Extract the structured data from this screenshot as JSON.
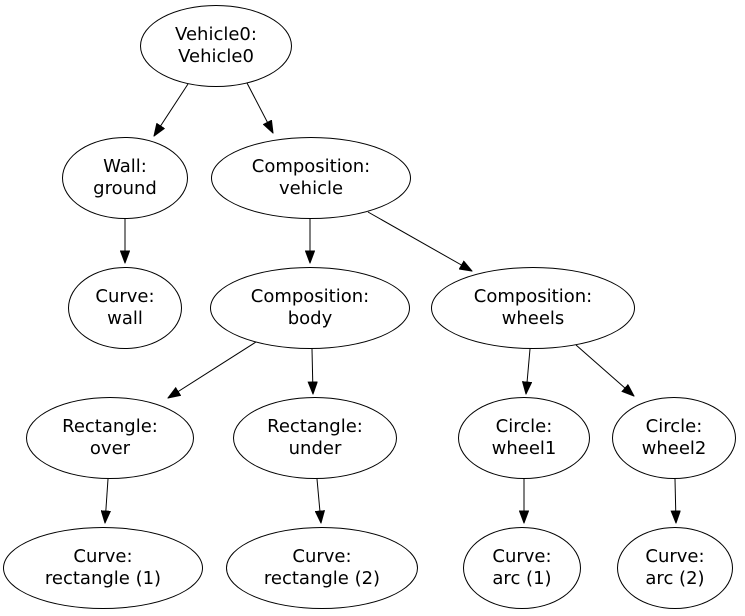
{
  "diagram": {
    "type": "tree",
    "background_color": "#ffffff",
    "node_fill_color": "#ffffff",
    "node_stroke_color": "#000000",
    "edge_color": "#000000",
    "text_color": "#000000",
    "nodes": [
      {
        "id": "vehicle0",
        "type": "Vehicle0",
        "name": "Vehicle0",
        "label": "Vehicle0:\nVehicle0"
      },
      {
        "id": "wall-ground",
        "type": "Wall",
        "name": "ground",
        "label": "Wall:\nground"
      },
      {
        "id": "composition-vehicle",
        "type": "Composition",
        "name": "vehicle",
        "label": "Composition:\nvehicle"
      },
      {
        "id": "curve-wall",
        "type": "Curve",
        "name": "wall",
        "label": "Curve:\nwall"
      },
      {
        "id": "composition-body",
        "type": "Composition",
        "name": "body",
        "label": "Composition:\nbody"
      },
      {
        "id": "composition-wheels",
        "type": "Composition",
        "name": "wheels",
        "label": "Composition:\nwheels"
      },
      {
        "id": "rectangle-over",
        "type": "Rectangle",
        "name": "over",
        "label": "Rectangle:\nover"
      },
      {
        "id": "rectangle-under",
        "type": "Rectangle",
        "name": "under",
        "label": "Rectangle:\nunder"
      },
      {
        "id": "circle-wheel1",
        "type": "Circle",
        "name": "wheel1",
        "label": "Circle:\nwheel1"
      },
      {
        "id": "circle-wheel2",
        "type": "Circle",
        "name": "wheel2",
        "label": "Circle:\nwheel2"
      },
      {
        "id": "curve-rectangle-1",
        "type": "Curve",
        "name": "rectangle (1)",
        "label": "Curve:\nrectangle (1)"
      },
      {
        "id": "curve-rectangle-2",
        "type": "Curve",
        "name": "rectangle (2)",
        "label": "Curve:\nrectangle (2)"
      },
      {
        "id": "curve-arc-1",
        "type": "Curve",
        "name": "arc (1)",
        "label": "Curve:\narc (1)"
      },
      {
        "id": "curve-arc-2",
        "type": "Curve",
        "name": "arc (2)",
        "label": "Curve:\narc (2)"
      }
    ],
    "edges": [
      {
        "from": "vehicle0",
        "to": "wall-ground"
      },
      {
        "from": "vehicle0",
        "to": "composition-vehicle"
      },
      {
        "from": "wall-ground",
        "to": "curve-wall"
      },
      {
        "from": "composition-vehicle",
        "to": "composition-body"
      },
      {
        "from": "composition-vehicle",
        "to": "composition-wheels"
      },
      {
        "from": "composition-body",
        "to": "rectangle-over"
      },
      {
        "from": "composition-body",
        "to": "rectangle-under"
      },
      {
        "from": "composition-wheels",
        "to": "circle-wheel1"
      },
      {
        "from": "composition-wheels",
        "to": "circle-wheel2"
      },
      {
        "from": "rectangle-over",
        "to": "curve-rectangle-1"
      },
      {
        "from": "rectangle-under",
        "to": "curve-rectangle-2"
      },
      {
        "from": "circle-wheel1",
        "to": "curve-arc-1"
      },
      {
        "from": "circle-wheel2",
        "to": "curve-arc-2"
      }
    ]
  }
}
